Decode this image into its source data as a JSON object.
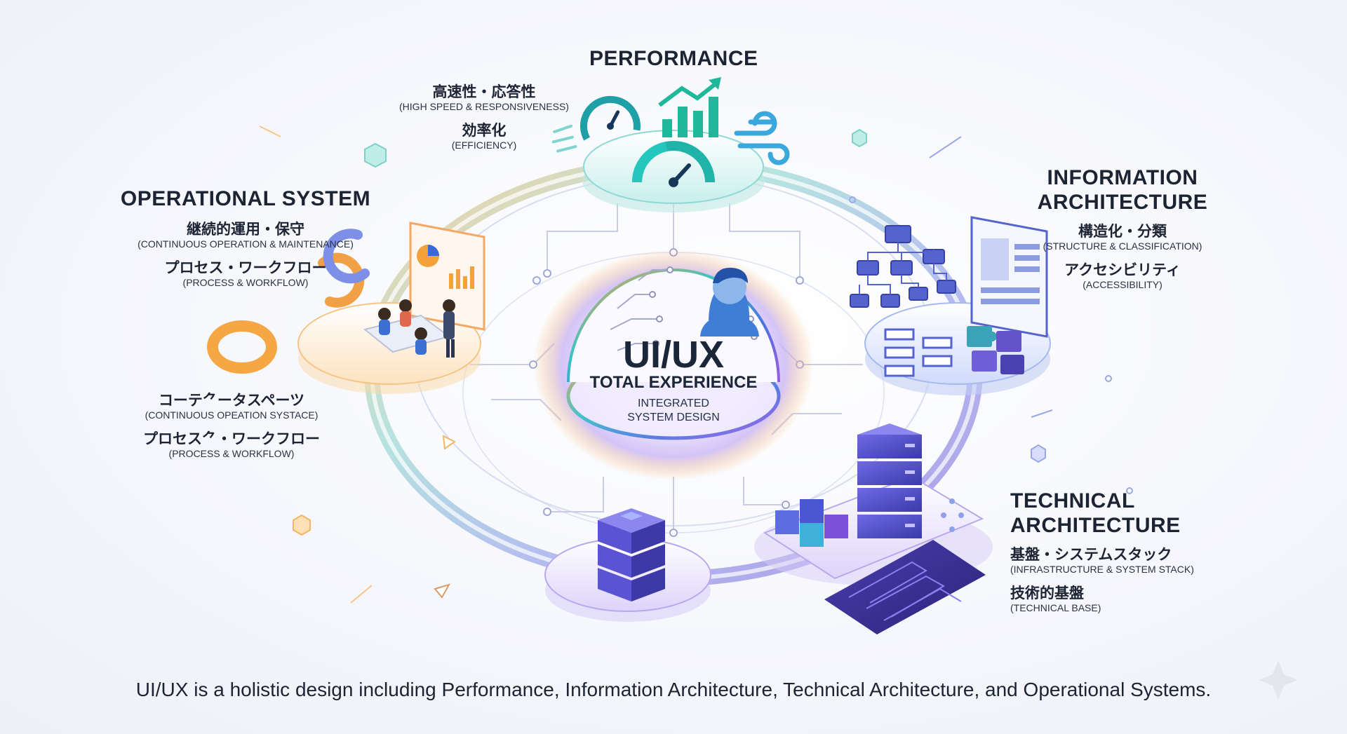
{
  "performance": {
    "title": "PERFORMANCE",
    "items": [
      {
        "jp": "高速性・応答性",
        "en": "(HIGH SPEED & RESPONSIVENESS)"
      },
      {
        "jp": "効率化",
        "en": "(EFFICIENCY)"
      }
    ]
  },
  "operational": {
    "title": "OPERATIONAL SYSTEM",
    "items": [
      {
        "jp": "継続的運用・保守",
        "en": "(CONTINUOUS OPERATION & MAINTENANCE)"
      },
      {
        "jp": "プロセス・ワークフロー",
        "en": "(PROCESS & WORKFLOW)"
      },
      {
        "jp": "コーテ⺈ータスペーツ",
        "en": "(CONTINUOUS OPEATION SYSTACE)"
      },
      {
        "jp": "プロセス⺈・ワークフロー",
        "en": "(PROCESS & WORKFLOW)"
      }
    ]
  },
  "information": {
    "title_line1": "INFORMATION",
    "title_line2": "ARCHITECTURE",
    "items": [
      {
        "jp": "構造化・分類",
        "en": "(STRUCTURE & CLASSIFICATION)"
      },
      {
        "jp": "アクセシビリティ",
        "en": "(ACCESSIBILITY)"
      }
    ]
  },
  "technical": {
    "title_line1": "TECHNICAL",
    "title_line2": "ARCHITECTURE",
    "items": [
      {
        "jp": "基盤・システムスタック",
        "en": "(INFRASTRUCTURE & SYSTEM STACK)"
      },
      {
        "jp": "技術的基盤",
        "en": "(TECHNICAL BASE)"
      }
    ]
  },
  "center": {
    "title": "UI/UX",
    "subtitle": "TOTAL EXPERIENCE",
    "line1": "INTEGRATED",
    "line2": "SYSTEM DESIGN"
  },
  "caption": "UI/UX is a holistic design including Performance, Information Architecture, Technical Architecture, and Operational Systems.",
  "colors": {
    "teal": "#19b8b0",
    "orange": "#f5a13a",
    "purple": "#6b5fd6",
    "blue": "#3d66d9",
    "navy": "#2d3b8c"
  },
  "icons": [
    "speedometer-icon",
    "growth-chart-icon",
    "wind-icon",
    "team-meeting-icon",
    "cycle-arrows-icon",
    "sitemap-icon",
    "wireframe-icon",
    "puzzle-icon",
    "server-stack-icon",
    "circuit-board-icon",
    "avatar-circuit-icon",
    "sparkle-icon"
  ]
}
